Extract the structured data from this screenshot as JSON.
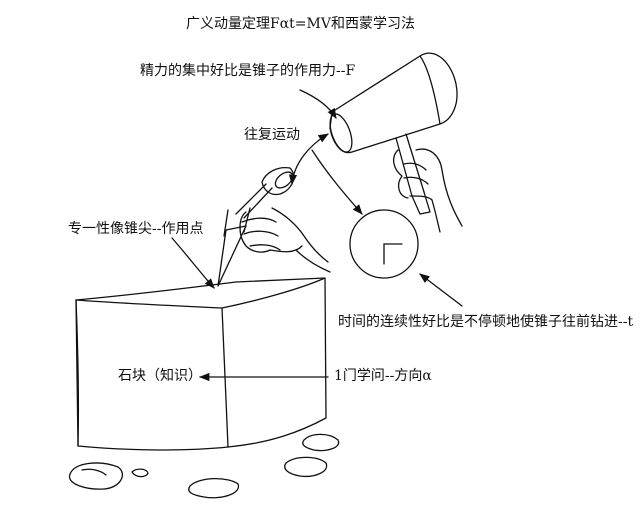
{
  "title": "广义动量定理Fαt=MV和西蒙学习法",
  "labels": {
    "force": "精力的集中好比是锥子的作用力--F",
    "motion": "往复运动",
    "point": "专一性像锥尖--作用点",
    "time": "时间的连续性好比是不停顿地使锥子往前钻进--t",
    "stone": "石块（知识）",
    "direction": "1门学问--方向α"
  },
  "icons": [
    "hammer-icon",
    "awl-icon",
    "clock-icon",
    "stone-block-icon",
    "hand-icon"
  ],
  "colors": {
    "ink": "#111111",
    "background": "#ffffff"
  }
}
